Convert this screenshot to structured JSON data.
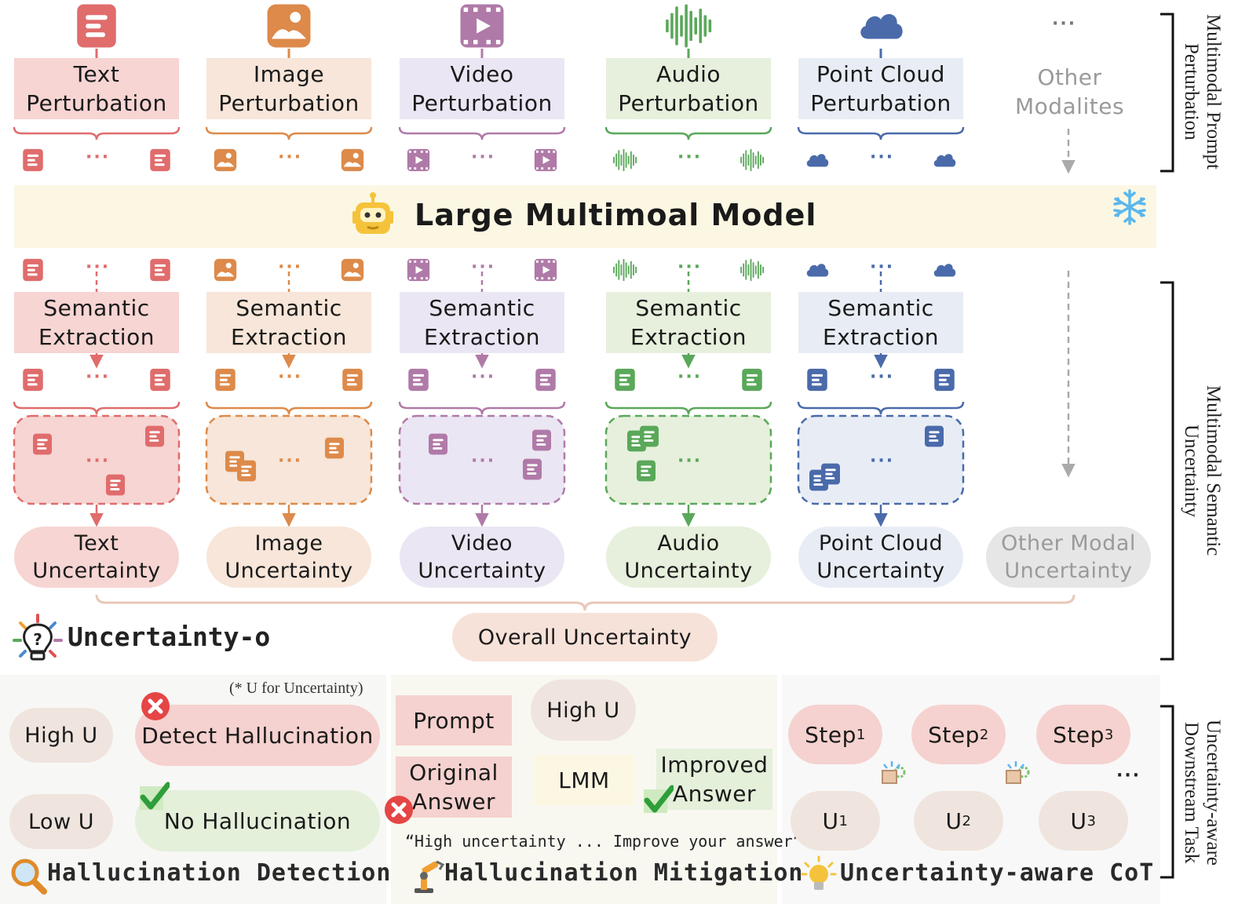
{
  "modalities": [
    {
      "key": "text",
      "perturbation": "Text\nPerturbation",
      "extraction": "Semantic\nExtraction",
      "uncertainty": "Text\nUncertainty",
      "color": "#e06c6c",
      "fill": "#f6d5d3",
      "icon": "document-icon"
    },
    {
      "key": "image",
      "perturbation": "Image\nPerturbation",
      "extraction": "Semantic\nExtraction",
      "uncertainty": "Image\nUncertainty",
      "color": "#dd8a4a",
      "fill": "#f7e6d9",
      "icon": "image-icon"
    },
    {
      "key": "video",
      "perturbation": "Video\nPerturbation",
      "extraction": "Semantic\nExtraction",
      "uncertainty": "Video\nUncertainty",
      "color": "#b07aa8",
      "fill": "#ebe6f3",
      "icon": "video-icon"
    },
    {
      "key": "audio",
      "perturbation": "Audio\nPerturbation",
      "extraction": "Semantic\nExtraction",
      "uncertainty": "Audio\nUncertainty",
      "color": "#5aa85a",
      "fill": "#e6f0dc",
      "icon": "audio-wave-icon"
    },
    {
      "key": "pointcloud",
      "perturbation": "Point Cloud\nPerturbation",
      "extraction": "Semantic\nExtraction",
      "uncertainty": "Point Cloud\nUncertainty",
      "color": "#4a6aaa",
      "fill": "#e8edf5",
      "icon": "cloud-icon"
    }
  ],
  "other": {
    "perturbation": "Other\nModalites",
    "uncertainty": "Other Modal\nUncertainty",
    "dots": "···"
  },
  "model": {
    "title": "Large Multimoal Model",
    "robot_icon": "robot-icon",
    "frozen_icon": "snowflake-icon"
  },
  "side_labels": {
    "top": "Multimodal Prompt\nPerturbation",
    "middle": "Multimodal Semantic\nUncertainty",
    "bottom": "Uncertainty-aware\nDownstream Task"
  },
  "dots": "···",
  "logo": {
    "text": "Uncertainty-o",
    "icon": "lightbulb-question-icon"
  },
  "overall": "Overall Uncertainty",
  "detection": {
    "note": "(* U for Uncertainty)",
    "high": "High U",
    "high_result": "Detect Hallucination",
    "low": "Low U",
    "low_result": "No Hallucination",
    "caption": "Hallucination Detection",
    "icon": "magnifier-icon"
  },
  "mitigation": {
    "prompt": "Prompt",
    "original": "Original\nAnswer",
    "high": "High U",
    "lmm": "LMM",
    "improved": "Improved\nAnswer",
    "quote": "“High uncertainty ... Improve your answer”",
    "caption": "Hallucination Mitigation",
    "icon": "robot-arm-icon"
  },
  "cot": {
    "steps": [
      {
        "label": "Step",
        "sub": "1"
      },
      {
        "label": "Step",
        "sub": "2"
      },
      {
        "label": "Step",
        "sub": "3"
      }
    ],
    "us": [
      {
        "label": "U",
        "sub": "1"
      },
      {
        "label": "U",
        "sub": "2"
      },
      {
        "label": "U",
        "sub": "3"
      }
    ],
    "dots": "···",
    "caption": "Uncertainty-aware CoT",
    "icon": "lightbulb-icon"
  },
  "colors": {
    "red": "#e64545",
    "green": "#2e9e3a",
    "arrow": "#e46a5e",
    "model_bg": "#fcf7e3",
    "robot": "#f5c33b",
    "snow": "#5bb7ec"
  }
}
